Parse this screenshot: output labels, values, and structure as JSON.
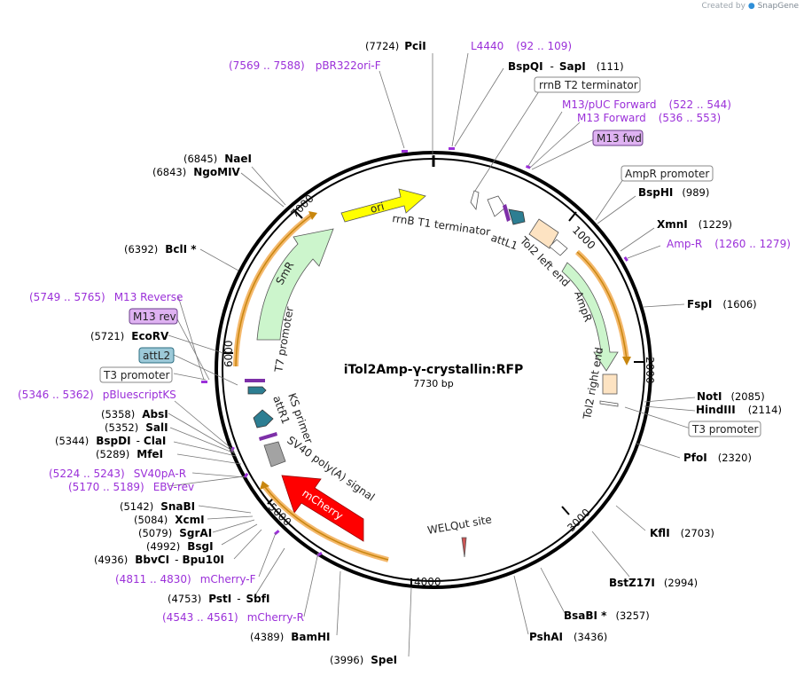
{
  "credit": {
    "prefix": "Created by",
    "brand": "SnapGene"
  },
  "plasmid": {
    "name": "iTol2Amp-γ-crystallin:RFP",
    "size_label": "7730 bp"
  },
  "ruler_ticks": [
    "1000",
    "2000",
    "3000",
    "4000",
    "5000",
    "6000",
    "7000"
  ],
  "enzyme_sites": [
    {
      "id": "pcii",
      "pos": "(7724)",
      "name": "PciI"
    },
    {
      "id": "bspqi-sapi",
      "name": "BspQI",
      "sep": "-",
      "name2": "SapI",
      "pos": "(111)"
    },
    {
      "id": "bsphi",
      "name": "BspHI",
      "pos": "(989)"
    },
    {
      "id": "xmni",
      "name": "XmnI",
      "pos": "(1229)"
    },
    {
      "id": "fspi",
      "name": "FspI",
      "pos": "(1606)"
    },
    {
      "id": "noti",
      "name": "NotI",
      "pos": "(2085)"
    },
    {
      "id": "hindiii",
      "name": "HindIII",
      "pos": "(2114)"
    },
    {
      "id": "pfoi",
      "name": "PfoI",
      "pos": "(2320)"
    },
    {
      "id": "kfli",
      "name": "KflI",
      "pos": "(2703)"
    },
    {
      "id": "bstz17i",
      "name": "BstZ17I",
      "pos": "(2994)"
    },
    {
      "id": "bsabi",
      "name": "BsaBI *",
      "pos": "(3257)"
    },
    {
      "id": "pshai",
      "name": "PshAI",
      "pos": "(3436)"
    },
    {
      "id": "spei",
      "pos": "(3996)",
      "name": "SpeI"
    },
    {
      "id": "bamhi",
      "pos": "(4389)",
      "name": "BamHI"
    },
    {
      "id": "psti-sbfi",
      "pos": "(4753)",
      "name": "PstI",
      "sep": "-",
      "name2": "SbfI"
    },
    {
      "id": "bbvci-bpu10i",
      "pos": "(4936)",
      "name": "BbvCI",
      "sep": "-",
      "name2": "Bpu10I"
    },
    {
      "id": "bsgi",
      "pos": "(4992)",
      "name": "BsgI"
    },
    {
      "id": "sgrai",
      "pos": "(5079)",
      "name": "SgrAI"
    },
    {
      "id": "xcmi",
      "pos": "(5084)",
      "name": "XcmI"
    },
    {
      "id": "snabi",
      "pos": "(5142)",
      "name": "SnaBI"
    },
    {
      "id": "mfei",
      "pos": "(5289)",
      "name": "MfeI"
    },
    {
      "id": "bspdi-clai",
      "pos": "(5344)",
      "name": "BspDI",
      "sep": "-",
      "name2": "ClaI"
    },
    {
      "id": "sali",
      "pos": "(5352)",
      "name": "SalI"
    },
    {
      "id": "absi",
      "pos": "(5358)",
      "name": "AbsI"
    },
    {
      "id": "ecorv",
      "pos": "(5721)",
      "name": "EcoRV"
    },
    {
      "id": "bcli",
      "pos": "(6392)",
      "name": "BclI *"
    },
    {
      "id": "ngomiv",
      "pos": "(6843)",
      "name": "NgoMIV"
    },
    {
      "id": "naei",
      "pos": "(6845)",
      "name": "NaeI"
    }
  ],
  "primers": [
    {
      "id": "l4440",
      "name": "L4440",
      "range": "(92 .. 109)"
    },
    {
      "id": "m13puc",
      "name": "M13/pUC Forward",
      "range": "(522 .. 544)"
    },
    {
      "id": "m13fwd-long",
      "name": "M13 Forward",
      "range": "(536 .. 553)"
    },
    {
      "id": "ampr-primer",
      "name": "Amp-R",
      "range": "(1260 .. 1279)"
    },
    {
      "id": "pbr322",
      "range": "(7569 .. 7588)",
      "name": "pBR322ori-F"
    },
    {
      "id": "m13rev-long",
      "range": "(5749 .. 5765)",
      "name": "M13 Reverse"
    },
    {
      "id": "pbluescript",
      "range": "(5346 .. 5362)",
      "name": "pBluescriptKS"
    },
    {
      "id": "sv40pa",
      "range": "(5224 .. 5243)",
      "name": "SV40pA-R"
    },
    {
      "id": "ebvrev",
      "range": "(5170 .. 5189)",
      "name": "EBV-rev"
    },
    {
      "id": "mcherryf",
      "range": "(4811 .. 4830)",
      "name": "mCherry-F"
    },
    {
      "id": "mcherryr",
      "range": "(4543 .. 4561)",
      "name": "mCherry-R"
    }
  ],
  "boxed_labels": [
    {
      "id": "rrnb-t2",
      "text": "rrnB T2 terminator"
    },
    {
      "id": "m13fwd",
      "text": "M13 fwd"
    },
    {
      "id": "ampr-promoter",
      "text": "AmpR promoter"
    },
    {
      "id": "t3-right",
      "text": "T3 promoter"
    },
    {
      "id": "m13rev",
      "text": "M13 rev"
    },
    {
      "id": "attl2",
      "text": "attL2"
    },
    {
      "id": "t3-left",
      "text": "T3 promoter"
    }
  ],
  "features": [
    {
      "id": "ori",
      "label": "ori",
      "color": "#ffff00"
    },
    {
      "id": "rrnb-t1",
      "label": "rrnB T1 terminator"
    },
    {
      "id": "attl1",
      "label": "attL1",
      "color": "#2d7e92"
    },
    {
      "id": "tol2-left",
      "label": "Tol2 left end",
      "color": "#fde3c2"
    },
    {
      "id": "ampr",
      "label": "AmpR",
      "color": "#ccf5cc"
    },
    {
      "id": "tol2-right",
      "label": "Tol2 right end",
      "color": "#fde3c2"
    },
    {
      "id": "welqut",
      "label": "WELQut site"
    },
    {
      "id": "mcherry",
      "label": "mCherry",
      "color": "#ff0000"
    },
    {
      "id": "sv40",
      "label": "SV40 poly(A) signal",
      "color": "#a3a3a3"
    },
    {
      "id": "attr1",
      "label": "attR1",
      "color": "#2d7e92"
    },
    {
      "id": "ks-primer",
      "label": "KS primer"
    },
    {
      "id": "t7",
      "label": "T7 promoter"
    },
    {
      "id": "smr",
      "label": "SmR",
      "color": "#ccf5cc"
    }
  ]
}
